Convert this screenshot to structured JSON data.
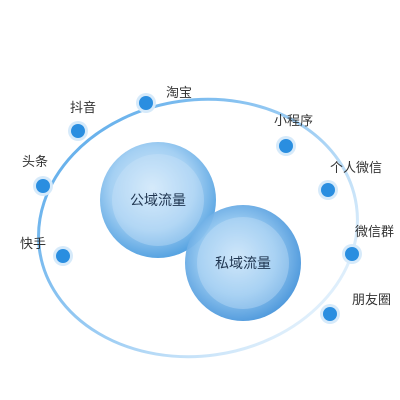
{
  "circles": {
    "public": "公域流量",
    "private": "私域流量"
  },
  "platforms_left": [
    "淘宝",
    "抖音",
    "头条",
    "快手"
  ],
  "platforms_right": [
    "小程序",
    "个人微信",
    "微信群",
    "朋友圈"
  ],
  "colors": {
    "node": "#2a8ee0",
    "node_halo": "#d6eafa",
    "ring": "#4aa3e8",
    "circle_light": "#cfe6f8",
    "circle_dark": "#3d8fd8"
  }
}
